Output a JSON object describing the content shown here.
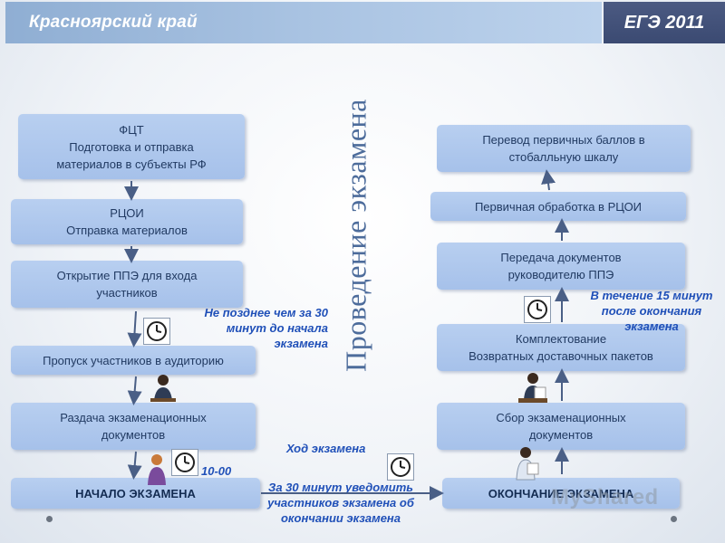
{
  "header": {
    "title": "Красноярский край",
    "badge": "ЕГЭ 2011"
  },
  "vertical_title": "Проведение экзамена",
  "left_column": {
    "box1": "ФЦТ\nПодготовка и отправка\nматериалов в субъекты РФ",
    "box2": "РЦОИ\nОтправка материалов",
    "box3": "Открытие ППЭ для входа\nучастников",
    "box4": "Пропуск участников в аудиторию",
    "box5": "Раздача экзаменационных\nдокументов",
    "box6": "НАЧАЛО ЭКЗАМЕНА"
  },
  "right_column": {
    "box1": "Перевод первичных баллов в\nстобалльную шкалу",
    "box2": "Первичная обработка в РЦОИ",
    "box3": "Передача документов\nруководителю ППЭ",
    "box4": "Комплектование\nВозвратных доставочных пакетов",
    "box5": "Сбор экзаменационных\nдокументов",
    "box6": "ОКОНЧАНИЕ ЭКЗАМЕНА"
  },
  "notes": {
    "before_start": "Не позднее чем за 30\nминут до начала\nэкзамена",
    "time": "10-00",
    "progress": "Ход экзамена",
    "warn": "За 30 минут уведомить\nучастников экзамена об\nокончании экзамена",
    "after_end": "В течение 15 минут\nпосле окончания\nэкзамена"
  },
  "watermark": "MyShared",
  "colors": {
    "box": "#a9c3ea",
    "note": "#2050b8",
    "header": "#9db8dc",
    "badge": "#3f4e76"
  }
}
